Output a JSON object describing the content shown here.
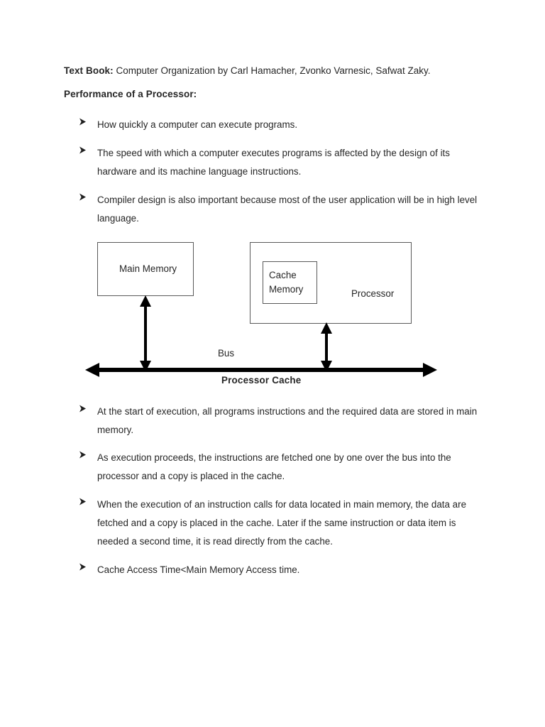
{
  "document": {
    "textbook": {
      "label": "Text Book:",
      "value": " Computer Organization by Carl Hamacher, Zvonko Varnesic, Safwat Zaky."
    },
    "section_title": "Performance of a Processor:"
  },
  "bullets_top": [
    {
      "marker": "triangle-right-icon",
      "text": "How quickly a computer can execute programs."
    },
    {
      "marker": "triangle-right-icon",
      "text": "The speed with which a computer executes programs is affected by the design of its hardware and its machine language instructions."
    },
    {
      "marker": "triangle-right-icon",
      "text": "Compiler design is also important because most of the user application will be in high level language."
    }
  ],
  "diagram": {
    "main_memory": "Main Memory",
    "cache_memory": "Cache\nMemory",
    "processor": "Processor",
    "bus": "Bus",
    "bus_caption": "Processor Cache",
    "box_border_color": "#595959",
    "arrow_color": "#000000"
  },
  "bullets_bottom": [
    {
      "marker": "triangle-right-icon",
      "text": "At the start of execution, all programs instructions and the required data are stored in main memory."
    },
    {
      "marker": "triangle-right-icon",
      "text": "As execution proceeds, the instructions are fetched one by one over the bus into the processor and a copy is placed in the cache."
    },
    {
      "marker": "triangle-right-icon",
      "text": "When the execution of an instruction calls for data located in main memory, the data are fetched and a copy is placed in the cache. Later if the same instruction or data item is needed a second time, it is read directly from the cache."
    },
    {
      "marker": "triangle-right-icon",
      "text": "Cache Access Time<Main Memory Access time."
    }
  ]
}
